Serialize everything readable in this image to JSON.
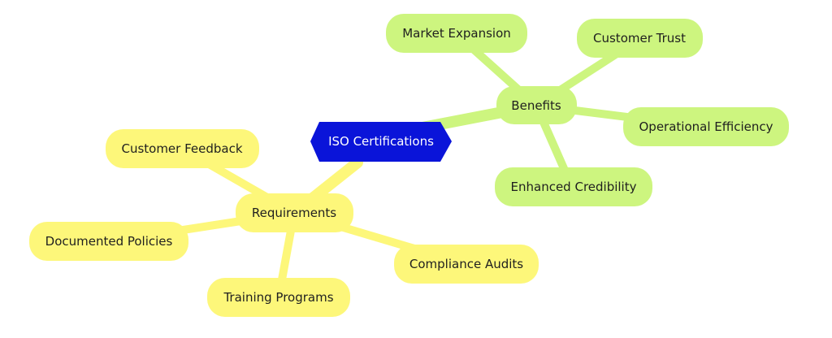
{
  "colors": {
    "root_fill": "#0a14d9",
    "root_text": "#ffffff",
    "yellow_fill": "#fdf77a",
    "green_fill": "#cdf57f",
    "yellow_link": "#fdf77a",
    "green_link": "#cdf57f",
    "text": "#1f1f1f"
  },
  "root": {
    "label": "ISO Certifications"
  },
  "branches": {
    "benefits": {
      "label": "Benefits",
      "children": [
        "Market Expansion",
        "Customer Trust",
        "Operational Efficiency",
        "Enhanced Credibility"
      ]
    },
    "requirements": {
      "label": "Requirements",
      "children": [
        "Customer Feedback",
        "Documented Policies",
        "Training Programs",
        "Compliance Audits"
      ]
    }
  }
}
